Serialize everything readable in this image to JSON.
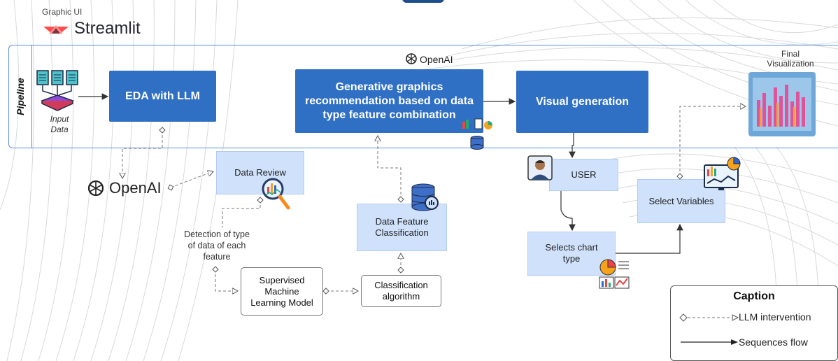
{
  "header": {
    "graphic_ui_label": "Graphic UI",
    "app_name": "Streamlit"
  },
  "pipeline": {
    "label": "Pipeline",
    "input_data_label": "Input\nData",
    "openai_top_label": "OpenAI",
    "final_visualization_label": "Final\nVisualization"
  },
  "nodes": {
    "eda": "EDA with LLM",
    "generative": "Generative graphics recommendation based on data type feature combination",
    "visual_generation": "Visual generation",
    "data_review": "Data Review",
    "openai_left": "OpenAI",
    "detection_note": "Detection of type\nof data of each\nfeature",
    "supervised_model": "Supervised\nMachine\nLearning Model",
    "classification_algorithm": "Classification\nalgorithm",
    "data_feature_classification": "Data Feature\nClassification",
    "user": "USER",
    "selects_chart_type": "Selects chart\ntype",
    "select_variables": "Select Variables"
  },
  "caption": {
    "title": "Caption",
    "llm_intervention": "LLM intervention",
    "sequences_flow": "Sequences flow"
  },
  "colors": {
    "dark_blue": "#2f6fc4",
    "light_blue": "#cfe1fb",
    "pipeline_border": "#5b8ee0",
    "streamlit_red": "#ff4b4b"
  }
}
